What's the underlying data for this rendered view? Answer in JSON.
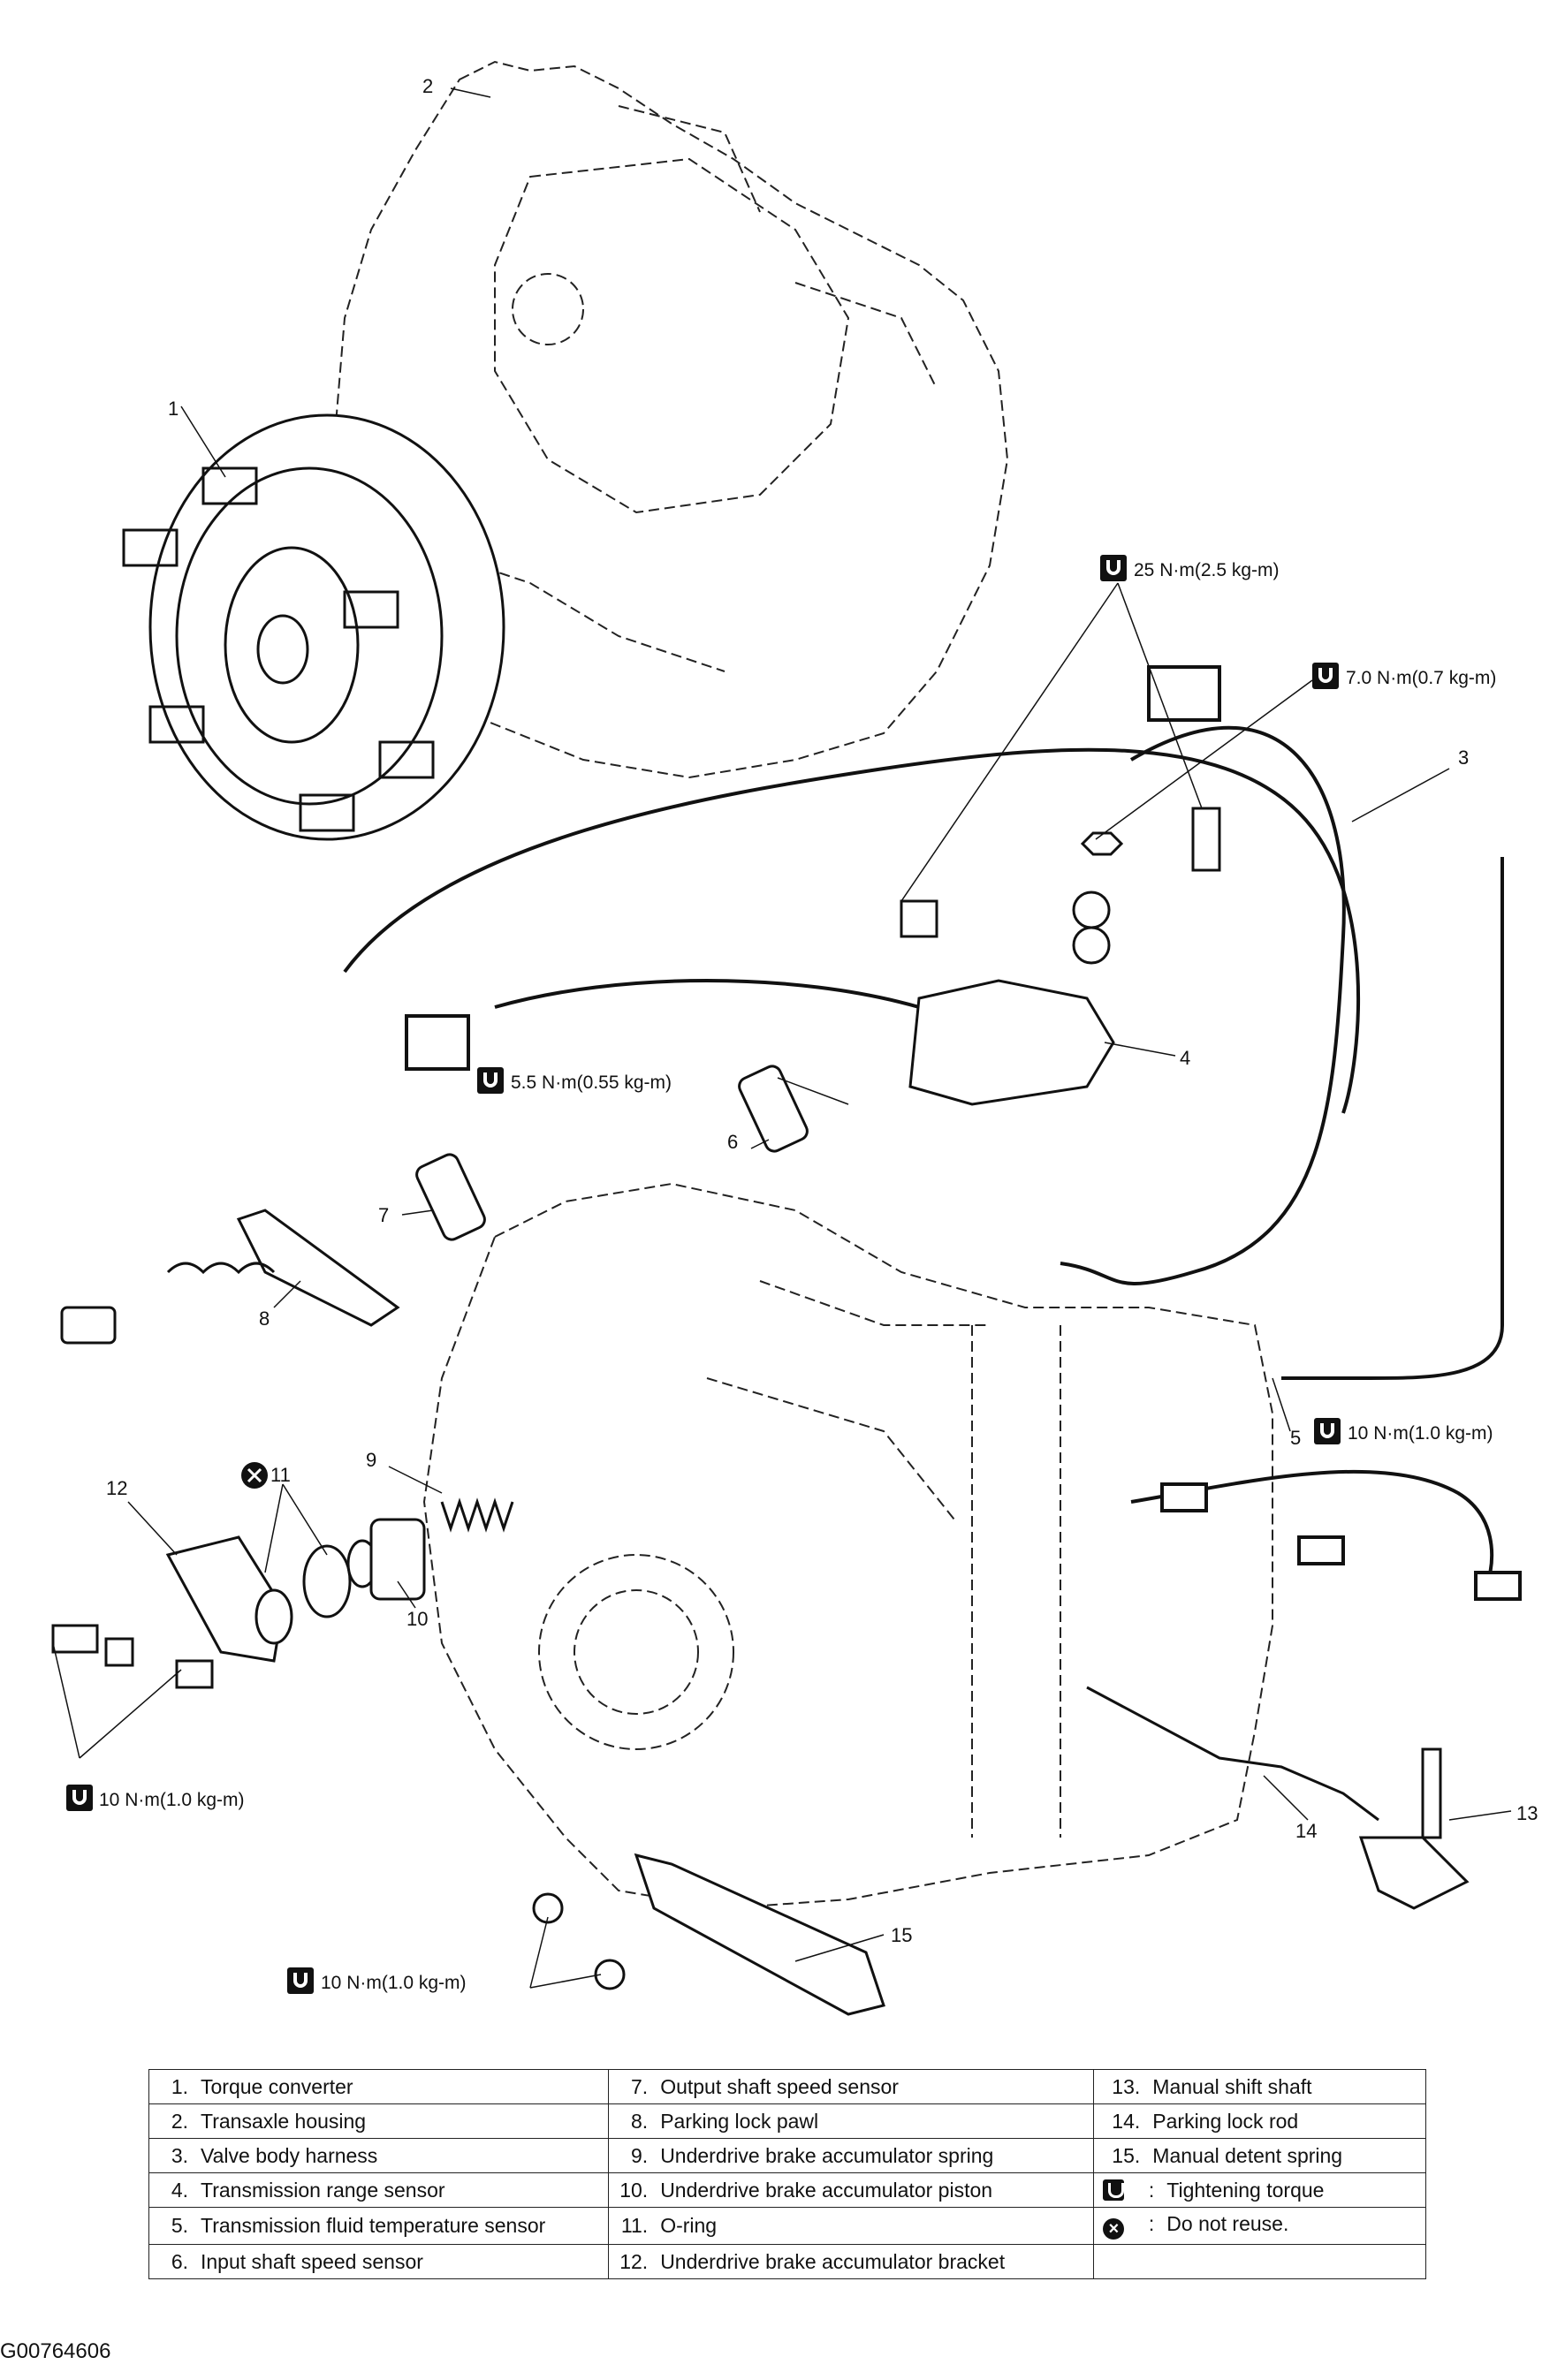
{
  "callouts": [
    "1",
    "2",
    "3",
    "4",
    "5",
    "6",
    "7",
    "8",
    "9",
    "10",
    "11",
    "12",
    "13",
    "14",
    "15"
  ],
  "torques": {
    "t25": "25 N·m(2.5 kg-m)",
    "t7": "7.0 N·m(0.7 kg-m)",
    "t55": "5.5 N·m(0.55 kg-m)",
    "t10a": "10 N·m(1.0 kg-m)",
    "t10b": "10 N·m(1.0 kg-m)",
    "t10c": "10 N·m(1.0 kg-m)"
  },
  "legend": {
    "rows": [
      [
        {
          "n": "1.",
          "t": "Torque converter"
        },
        {
          "n": "7.",
          "t": "Output shaft speed sensor"
        },
        {
          "n": "13.",
          "t": "Manual shift shaft"
        }
      ],
      [
        {
          "n": "2.",
          "t": "Transaxle housing"
        },
        {
          "n": "8.",
          "t": "Parking lock pawl"
        },
        {
          "n": "14.",
          "t": "Parking lock rod"
        }
      ],
      [
        {
          "n": "3.",
          "t": "Valve body harness"
        },
        {
          "n": "9.",
          "t": "Underdrive brake accumulator spring"
        },
        {
          "n": "15.",
          "t": "Manual detent spring"
        }
      ],
      [
        {
          "n": "4.",
          "t": "Transmission range sensor"
        },
        {
          "n": "10.",
          "t": "Underdrive brake accumulator piston"
        },
        {
          "n": ":",
          "t": "Tightening torque"
        }
      ],
      [
        {
          "n": "5.",
          "t": "Transmission fluid temperature sensor"
        },
        {
          "n": "11.",
          "t": "O-ring"
        },
        {
          "n": ":",
          "t": "Do not reuse."
        }
      ],
      [
        {
          "n": "6.",
          "t": "Input shaft speed sensor"
        },
        {
          "n": "12.",
          "t": "Underdrive brake accumulator bracket"
        },
        {
          "n": "",
          "t": ""
        }
      ]
    ]
  },
  "icons": {
    "torque": "wrench-torque-icon",
    "no_reuse": "do-not-reuse-icon"
  },
  "figure_id": "G00764606"
}
